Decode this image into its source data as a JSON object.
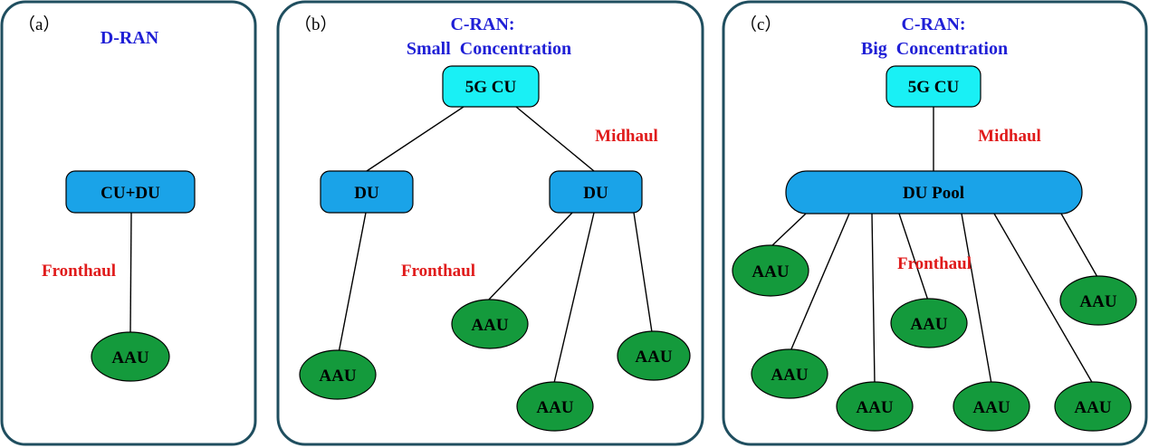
{
  "panels": {
    "a": {
      "tag": "（a）",
      "title": "D-RAN",
      "cu_du": "CU+DU",
      "fronthaul": "Fronthaul",
      "aau": "AAU"
    },
    "b": {
      "tag": "（b）",
      "title_line1": "C-RAN:",
      "title_line2": "Small  Concentration",
      "cu": "5G CU",
      "midhaul": "Midhaul",
      "du": "DU",
      "fronthaul": "Fronthaul",
      "aau": "AAU"
    },
    "c": {
      "tag": "（c）",
      "title_line1": "C-RAN:",
      "title_line2": "Big  Concentration",
      "cu": "5G CU",
      "midhaul": "Midhaul",
      "du_pool": "DU Pool",
      "fronthaul": "Fronthaul",
      "aau": "AAU"
    }
  },
  "colors": {
    "title": "#1f1fd6",
    "link_label": "#e01b1b",
    "du_box": "#1aa3e8",
    "cu_box": "#19f0f5",
    "aau": "#149a3c",
    "panel_border": "#1f4e5f"
  }
}
